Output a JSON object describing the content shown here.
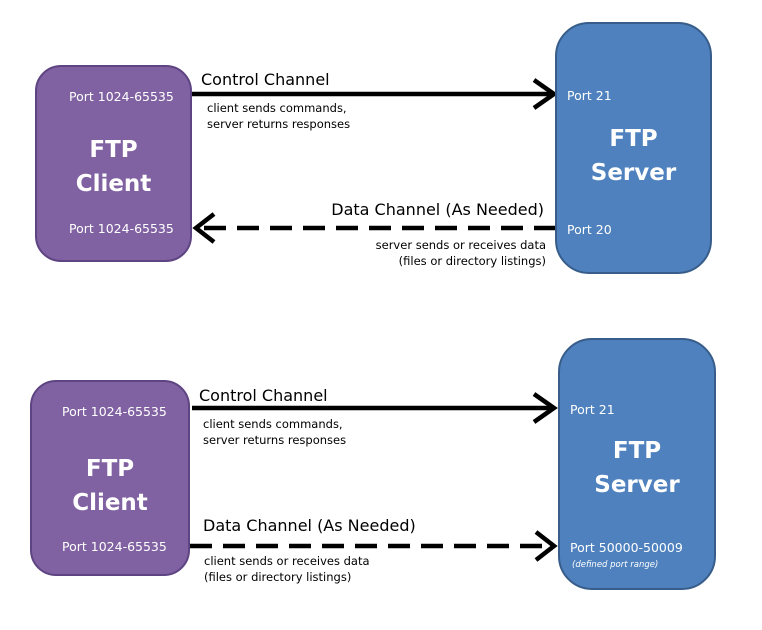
{
  "diagram_1": {
    "client": {
      "title_line1": "FTP",
      "title_line2": "Client",
      "port_top": "Port 1024-65535",
      "port_bottom": "Port 1024-65535"
    },
    "server": {
      "title_line1": "FTP",
      "title_line2": "Server",
      "port_top": "Port 21",
      "port_bottom": "Port 20"
    },
    "control": {
      "label": "Control Channel",
      "line1": "client sends commands,",
      "line2": "server returns responses"
    },
    "data": {
      "label": "Data Channel (As Needed)",
      "line1": "server sends or receives data",
      "line2": "(files or directory listings)"
    }
  },
  "diagram_2": {
    "client": {
      "title_line1": "FTP",
      "title_line2": "Client",
      "port_top": "Port 1024-65535",
      "port_bottom": "Port 1024-65535"
    },
    "server": {
      "title_line1": "FTP",
      "title_line2": "Server",
      "port_top": "Port 21",
      "port_bottom": "Port 50000-50009",
      "note": "(defined port range)"
    },
    "control": {
      "label": "Control Channel",
      "line1": "client sends commands,",
      "line2": "server returns responses"
    },
    "data": {
      "label": "Data Channel (As Needed)",
      "line1": "client sends or receives data",
      "line2": "(files or directory listings)"
    }
  },
  "colors": {
    "client_fill": "#8061a1",
    "server_fill": "#4e81bd",
    "arrow": "#000000"
  }
}
